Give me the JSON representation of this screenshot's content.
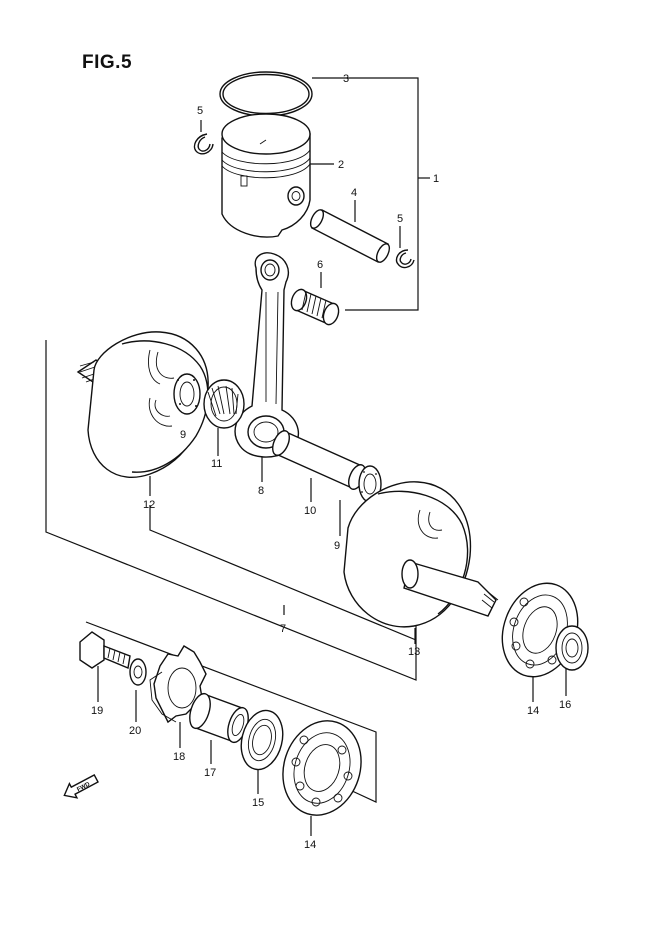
{
  "figure": {
    "title": "FIG.5",
    "fwd_label": "FWD"
  },
  "labels": {
    "l1": "1",
    "l2": "2",
    "l3": "3",
    "l4": "4",
    "l5a": "5",
    "l5b": "5",
    "l6": "6",
    "l7": "7",
    "l8": "8",
    "l9a": "9",
    "l9b": "9",
    "l10": "10",
    "l11": "11",
    "l12": "12",
    "l13": "13",
    "l14a": "14",
    "l14b": "14",
    "l15": "15",
    "l16": "16",
    "l17": "17",
    "l18": "18",
    "l19": "19",
    "l20": "20"
  }
}
